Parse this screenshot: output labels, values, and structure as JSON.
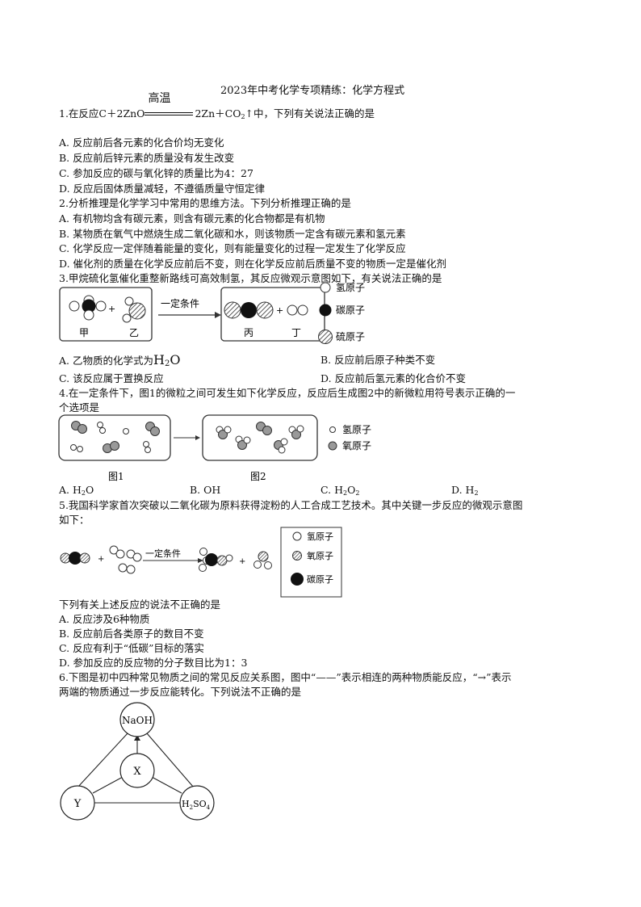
{
  "title": "2023年中考化学专项精练：化学方程式",
  "q1": {
    "stem_prefix": "1.在反应C＋2ZnO",
    "condition": "高温",
    "stem_products": "2Zn＋CO",
    "stem_suffix": "↑中，下列有关说法正确的是",
    "options": [
      "A. 反应前后各元素的化合价均无变化",
      "B. 反应前后锌元素的质量没有发生改变",
      "C. 参加反应的碳与氧化锌的质量比为4：27",
      "D. 反应后固体质量减轻，不遵循质量守恒定律"
    ]
  },
  "q2": {
    "stem": "2.分析推理是化学学习中常用的思维方法。下列分析推理正确的是",
    "options": [
      "A. 有机物均含有碳元素，则含有碳元素的化合物都是有机物",
      "B. 某物质在氧气中燃烧生成二氧化碳和水，则该物质一定含有碳元素和氢元素",
      "C. 化学反应一定伴随着能量的变化，则有能量变化的过程一定发生了化学反应",
      "D. 催化剂的质量在化学反应前后不变，则在化学反应前后质量不变的物质一定是催化剂"
    ]
  },
  "q3": {
    "stem": "3.甲烷硫化氢催化重整新路线可高效制氢，其反应微观示意图如下，有关说法正确的是",
    "labels": [
      "甲",
      "乙",
      "丙",
      "丁"
    ],
    "condition": "一定条件",
    "legend": [
      "氢原子",
      "碳原子",
      "硫原子"
    ],
    "optionA": "A. 乙物质的化学式为",
    "optionA_formula": "H",
    "optionA_formula_tail": "O",
    "optionB": "B. 反应前后原子种类不变",
    "optionC": "C. 该反应属于置换反应",
    "optionD": "D. 反应前后氢元素的化合价不变"
  },
  "q4": {
    "stem_line1": "4.在一定条件下，图1的微粒之间可发生如下化学反应，反应后生成图2中的新微粒用符号表示正确的一",
    "stem_line2": "个选项是",
    "legend": [
      "氢原子",
      "氧原子"
    ],
    "fig_labels": [
      "图1",
      "图2"
    ],
    "options": [
      "A. H",
      "B. OH",
      "C. H",
      "D. H"
    ]
  },
  "q5": {
    "stem_line1": "5.我国科学家首次突破以二氧化碳为原料获得淀粉的人工合成工艺技术。其中关键一步反应的微观示意图",
    "stem_line2": "如下：",
    "condition": "一定条件",
    "legend": [
      "氢原子",
      "氧原子",
      "碳原子"
    ],
    "question": "下列有关上述反应的说法不正确的是",
    "options": [
      "A. 反应涉及6种物质",
      "B. 反应前后各类原子的数目不变",
      "C. 反应有利于“低碳”目标的落实",
      "D. 参加反应的反应物的分子数目比为1：3"
    ]
  },
  "q6": {
    "stem_line1": "6.下图是初中四种常见物质之间的常见反应关系图，图中“——”表示相连的两种物质能反应，“→”表示",
    "stem_line2": "两端的物质通过一步反应能转化。下列说法不正确的是",
    "nodes": [
      "NaOH",
      "X",
      "Y",
      "H",
      "SO"
    ]
  }
}
